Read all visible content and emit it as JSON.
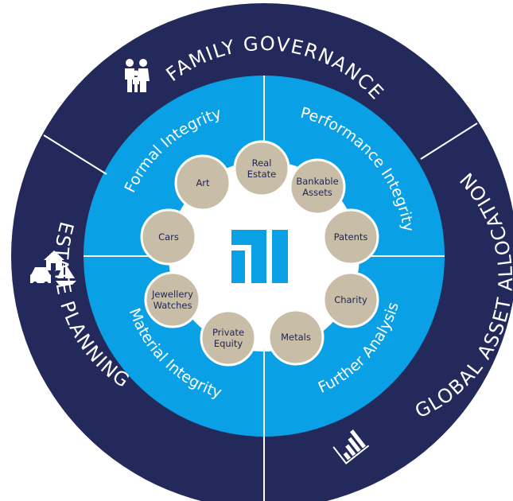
{
  "colors": {
    "navy": "#232a5b",
    "blue": "#0aa0e6",
    "tan": "#c8bda6",
    "white": "#ffffff"
  },
  "outer_segments": [
    {
      "label": "FAMILY GOVERNANCE",
      "icon": "family-icon"
    },
    {
      "label": "GLOBAL ASSET ALLOCATION",
      "icon": "bar-chart-icon"
    },
    {
      "label": "ESTATE PLANNING",
      "icon": "house-car-boat-icon"
    }
  ],
  "inner_quadrants": [
    {
      "label": "Formal Integrity"
    },
    {
      "label": "Performance Integrity"
    },
    {
      "label": "Further Analysis"
    },
    {
      "label": "Material Integrity"
    }
  ],
  "assets": [
    {
      "label": "Real Estate",
      "lines": [
        "Real",
        "Estate"
      ]
    },
    {
      "label": "Bankable Assets",
      "lines": [
        "Bankable",
        "Assets"
      ]
    },
    {
      "label": "Patents",
      "lines": [
        "Patents"
      ]
    },
    {
      "label": "Charity",
      "lines": [
        "Charity"
      ]
    },
    {
      "label": "Metals",
      "lines": [
        "Metals"
      ]
    },
    {
      "label": "Private Equity",
      "lines": [
        "Private",
        "Equity"
      ]
    },
    {
      "label": "Jewellery Watches",
      "lines": [
        "Jewellery",
        "Watches"
      ]
    },
    {
      "label": "Cars",
      "lines": [
        "Cars"
      ]
    },
    {
      "label": "Art",
      "lines": [
        "Art"
      ]
    }
  ],
  "center": {
    "icon": "logo-icon"
  }
}
